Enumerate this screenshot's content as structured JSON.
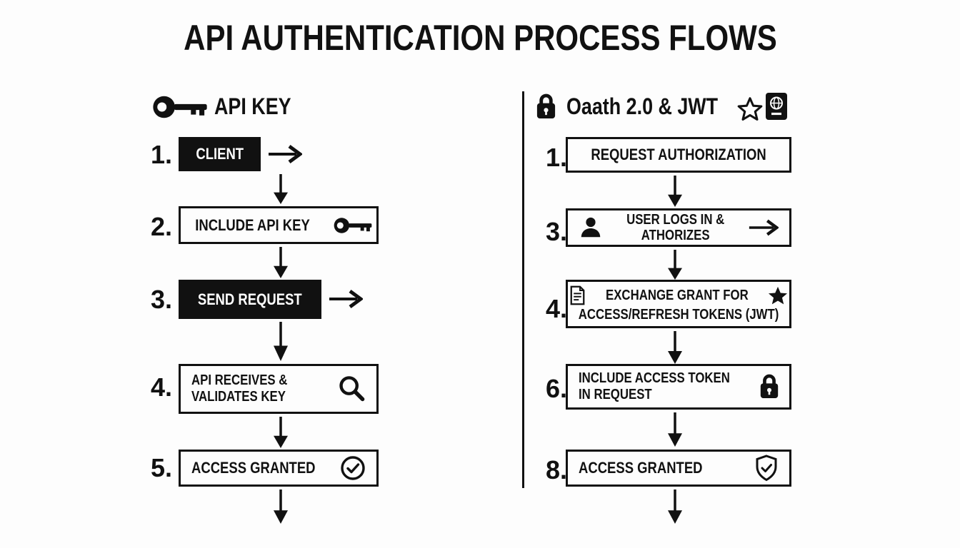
{
  "title": "API AUTHENTICATION PROCESS FLOWS",
  "colors": {
    "ink": "#111111",
    "background": "#fdfdfd",
    "box_text_inverse": "#ffffff"
  },
  "api_key_flow": {
    "heading": "API KEY",
    "heading_icon": "key-icon",
    "steps": [
      {
        "num": "1.",
        "label": "CLIENT",
        "style": "solid",
        "after_icon": "right-arrow-icon"
      },
      {
        "num": "2.",
        "label": "INCLUDE API KEY",
        "style": "outline",
        "box_icon": "key-icon"
      },
      {
        "num": "3.",
        "label": "SEND REQUEST",
        "style": "solid",
        "after_icon": "right-arrow-icon"
      },
      {
        "num": "4.",
        "line1": "API RECEIVES &",
        "line2": "VALIDATES KEY",
        "style": "outline",
        "box_icon": "magnifier-icon"
      },
      {
        "num": "5.",
        "label": "ACCESS GRANTED",
        "style": "outline",
        "box_icon": "check-circle-icon"
      }
    ]
  },
  "oauth_flow": {
    "heading": "Oaath 2.0 & JWT",
    "heading_icons": [
      "lock-icon",
      "star-outline-icon",
      "passport-icon"
    ],
    "steps": [
      {
        "num": "1.",
        "label": "REQUEST AUTHORIZATION",
        "style": "outline"
      },
      {
        "num": "3.",
        "line1": "USER LOGS IN &",
        "line2": "ATHORIZES",
        "style": "outline",
        "left_icon": "person-icon",
        "right_icon": "right-arrow-icon"
      },
      {
        "num": "4.",
        "line1": "EXCHANGE GRANT FOR",
        "line2": "ACCESS/REFRESH TOKENS (JWT)",
        "style": "outline",
        "line1_left_icon": "document-icon",
        "line1_right_icon": "star-filled-icon"
      },
      {
        "num": "6.",
        "line1": "INCLUDE ACCESS TOKEN",
        "line2": "IN REQUEST",
        "style": "outline",
        "right_icon": "lock-icon"
      },
      {
        "num": "8.",
        "label": "ACCESS GRANTED",
        "style": "outline",
        "right_icon": "shield-check-icon"
      }
    ]
  }
}
